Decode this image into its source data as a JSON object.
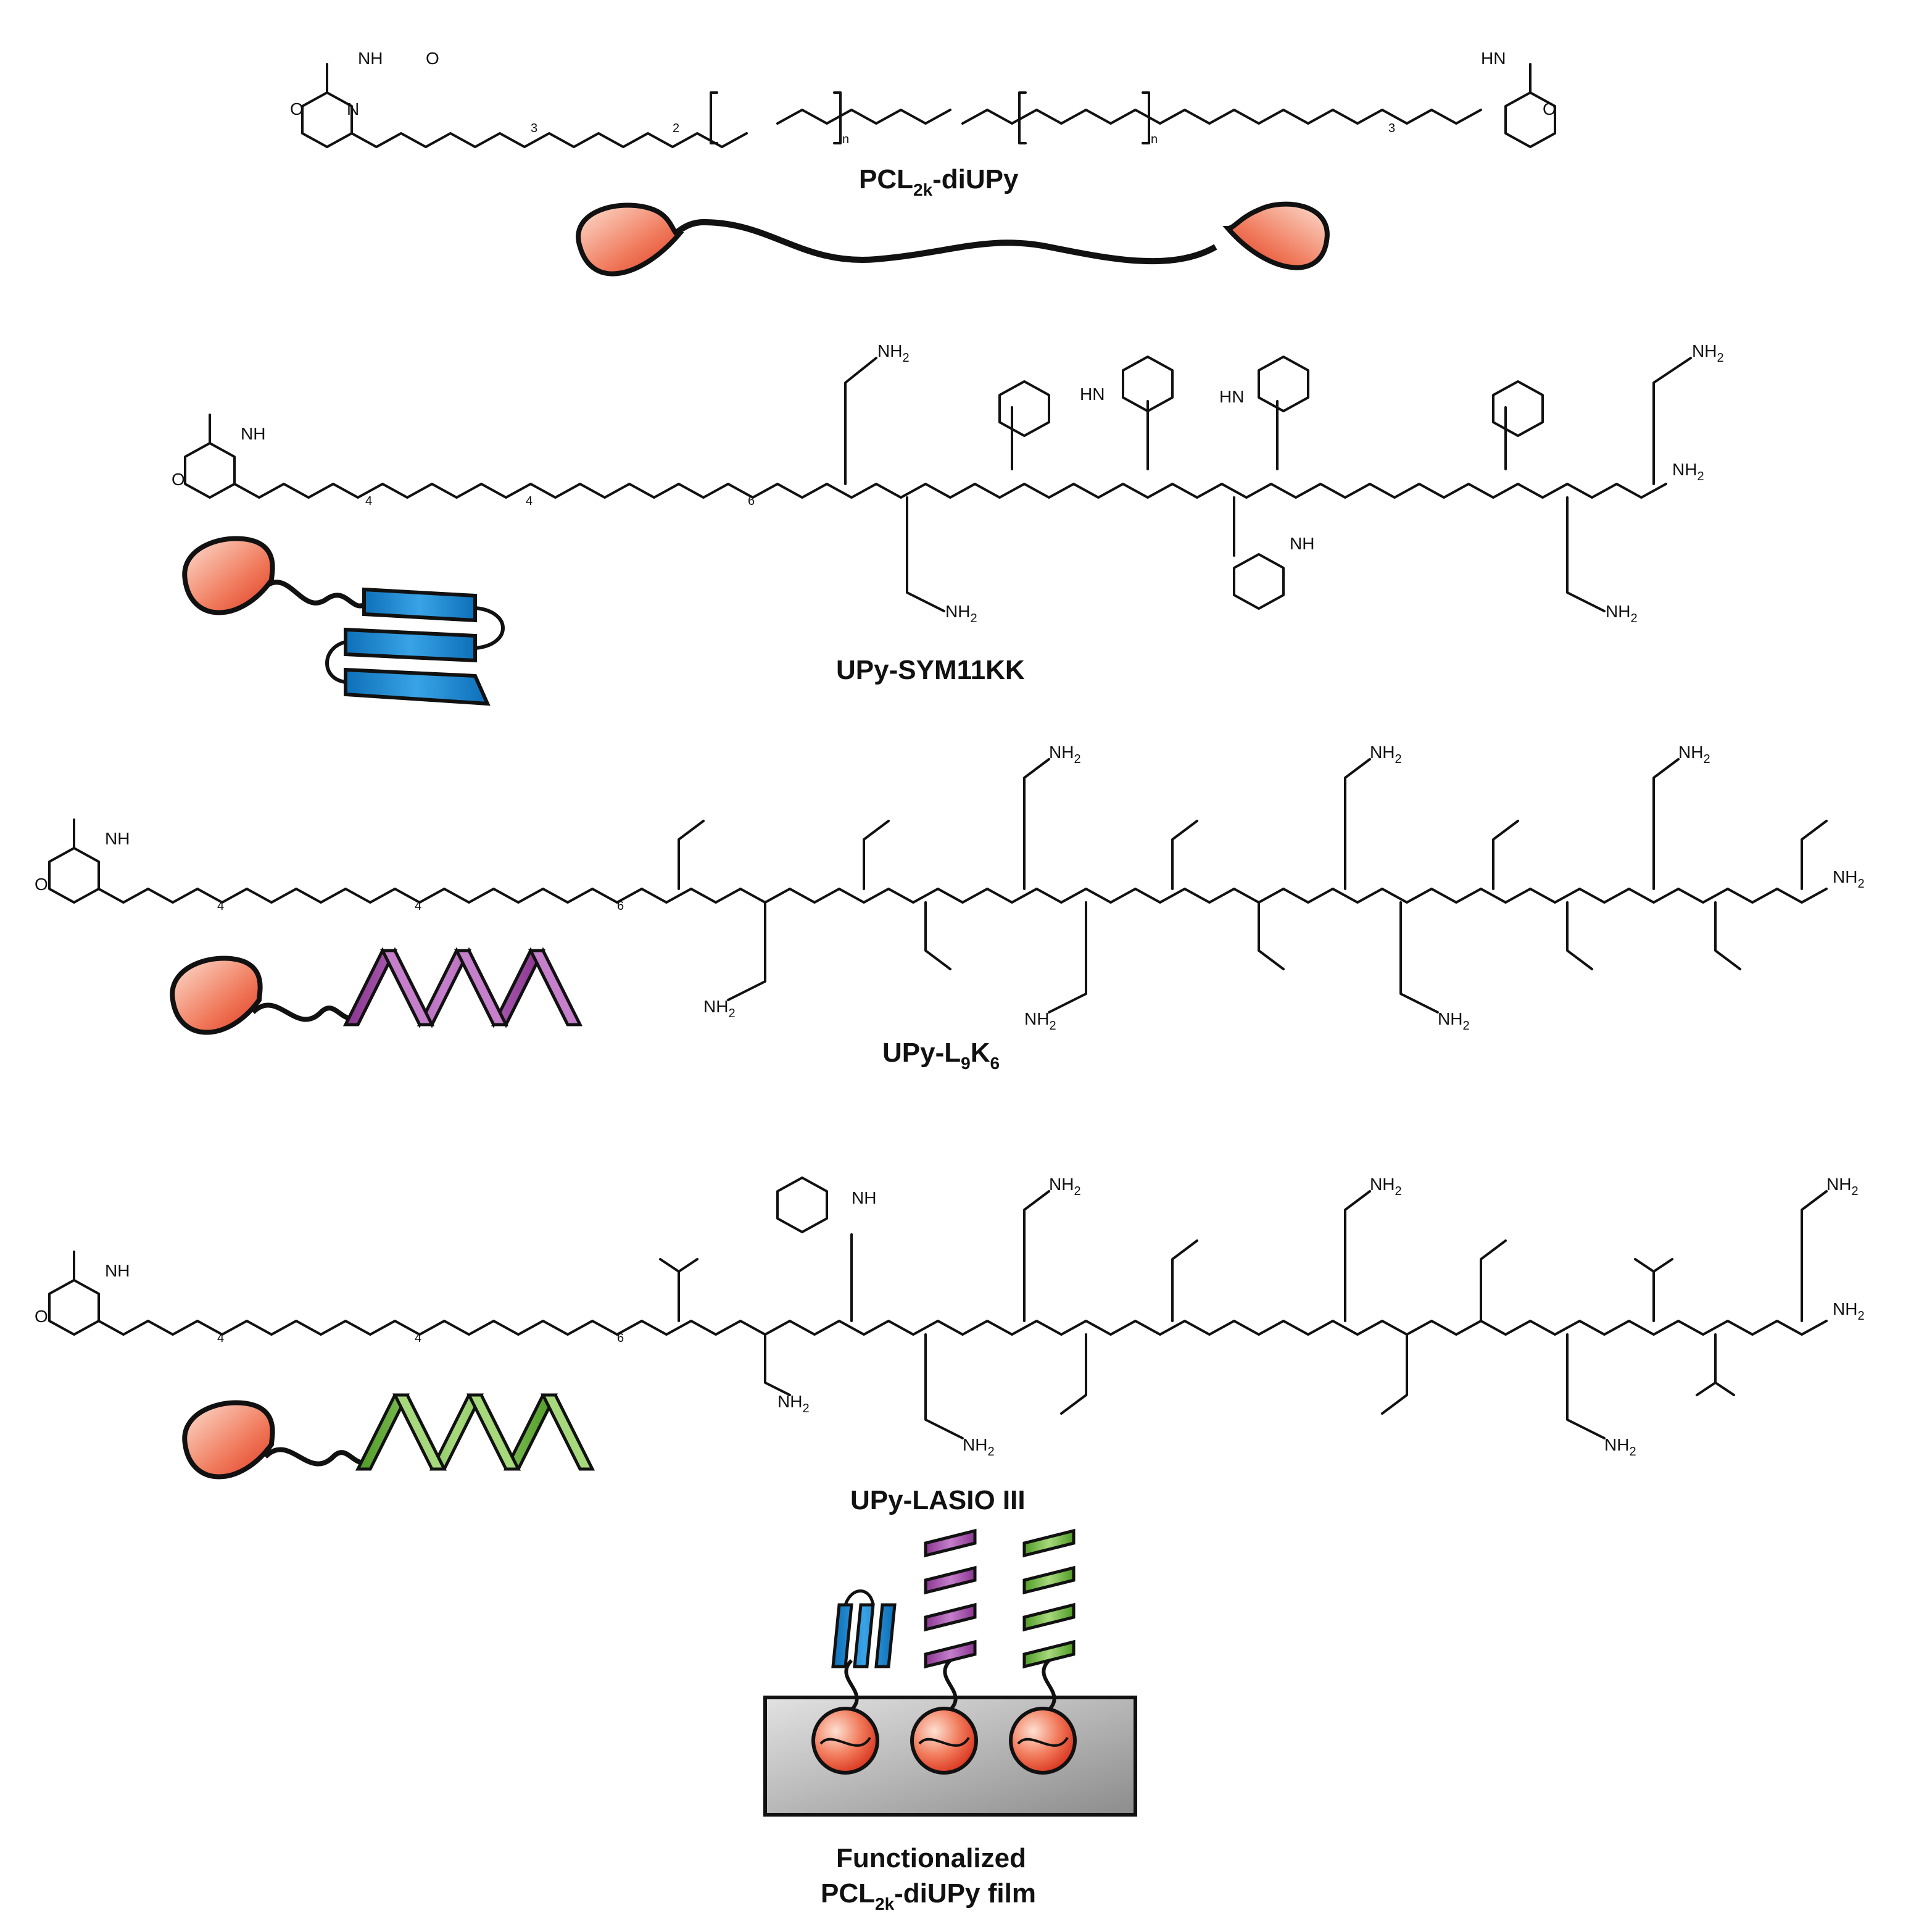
{
  "captions": {
    "pcl": {
      "main": "PCL",
      "sub": "2k",
      "suffix": "-diUPy"
    },
    "sym": "UPy-SYM11KK",
    "l9k6": {
      "a": "UPy-L",
      "b": "9",
      "c": "K",
      "d": "6"
    },
    "lasio": "UPy-LASIO III",
    "film_line1": "Functionalized",
    "film_line2": {
      "main": "PCL",
      "sub": "2k",
      "suffix": "-diUPy film"
    }
  },
  "atoms": {
    "o": "O",
    "n": "N",
    "h": "H",
    "nh": "NH",
    "hn": "HN",
    "nh2": "NH",
    "sub2": "2",
    "rep3": "3",
    "rep2": "2",
    "rep4": "4",
    "rep6": "6",
    "rep_n": "n"
  },
  "colors": {
    "upy_head": "#e8573a",
    "upy_head_light": "#fbd2c0",
    "beta_sheet": "#1b86d0",
    "helix_l9k6": "#a24ba6",
    "helix_lasio": "#6cb63d",
    "film": "#c8c8c8"
  }
}
